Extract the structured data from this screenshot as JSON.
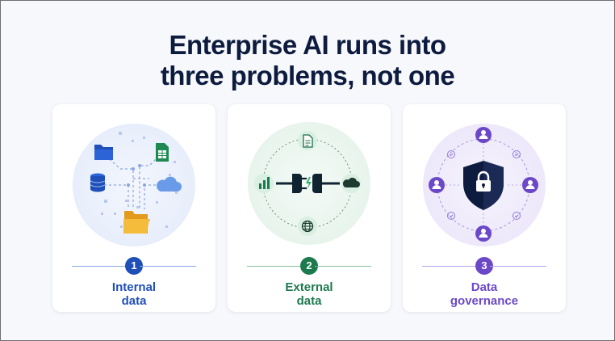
{
  "title": {
    "line1": "Enterprise AI runs into",
    "line2": "three problems, not one"
  },
  "cards": [
    {
      "number": "1",
      "label_line1": "Internal",
      "label_line2": "data",
      "color": "#1f4fb8",
      "icons": [
        "folder-icon",
        "spreadsheet-icon",
        "database-icon",
        "cloud-icon",
        "open-folder-icon"
      ]
    },
    {
      "number": "2",
      "label_line1": "External",
      "label_line2": "data",
      "color": "#1d7a4e",
      "icons": [
        "document-icon",
        "bar-chart-icon",
        "plug-connector-icon",
        "cloud-icon",
        "globe-icon"
      ]
    },
    {
      "number": "3",
      "label_line1": "Data",
      "label_line2": "governance",
      "color": "#6b48c8",
      "icons": [
        "user-icon",
        "shield-lock-icon",
        "check-icon"
      ]
    }
  ],
  "colors": {
    "title": "#0d1b3e",
    "blue": "#1f4fb8",
    "green": "#1d7a4e",
    "purple": "#6b48c8",
    "background": "#f7f8fc"
  }
}
